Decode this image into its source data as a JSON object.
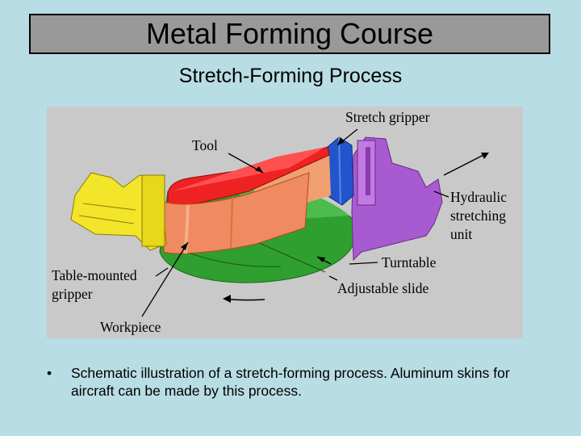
{
  "slide": {
    "title": "Metal Forming Course",
    "subtitle": "Stretch-Forming Process",
    "bullet_marker": "•",
    "bullet_text": "Schematic illustration of a stretch-forming process. Aluminum skins for aircraft can be made by this process."
  },
  "diagram": {
    "labels": {
      "stretch_gripper": "Stretch gripper",
      "tool": "Tool",
      "hydraulic_1": "Hydraulic",
      "hydraulic_2": "stretching",
      "hydraulic_3": "unit",
      "turntable": "Turntable",
      "adjustable_slide": "Adjustable slide",
      "table_mounted_1": "Table-mounted",
      "table_mounted_2": "gripper",
      "workpiece": "Workpiece"
    },
    "colors": {
      "tool": "#ee2222",
      "workpiece": "#f08a60",
      "turntable": "#2f9f2f",
      "stretch_gripper": "#2255cc",
      "hydraulic_unit": "#a85ad0",
      "table_gripper": "#f2e52a",
      "figure_bg": "#c9c9c9"
    }
  }
}
